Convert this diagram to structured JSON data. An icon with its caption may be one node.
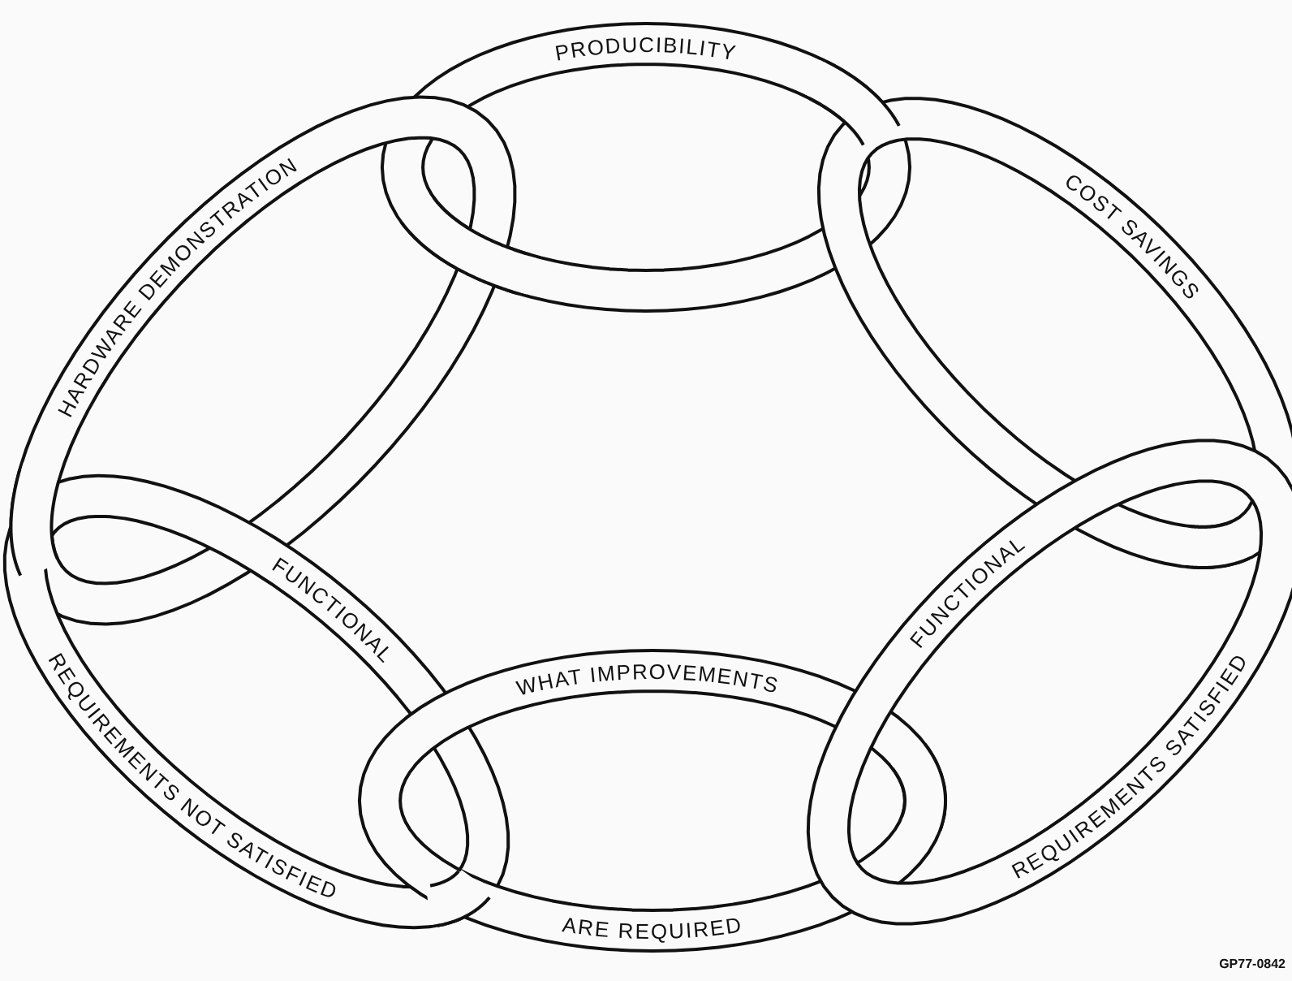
{
  "diagram": {
    "nodes": [
      {
        "text": [
          "PRODUCIBILITY"
        ]
      },
      {
        "text": [
          "HARDWARE DEMONSTRATION"
        ]
      },
      {
        "text": [
          "COST SAVINGS"
        ]
      },
      {
        "text": [
          "FUNCTIONAL",
          "REQUIREMENTS NOT SATISFIED"
        ]
      },
      {
        "text": [
          "WHAT IMPROVEMENTS",
          "ARE REQUIRED"
        ]
      },
      {
        "text": [
          "FUNCTIONAL",
          "REQUIREMENTS SATISFIED"
        ]
      }
    ],
    "labels": [
      "GP77-0842"
    ]
  }
}
